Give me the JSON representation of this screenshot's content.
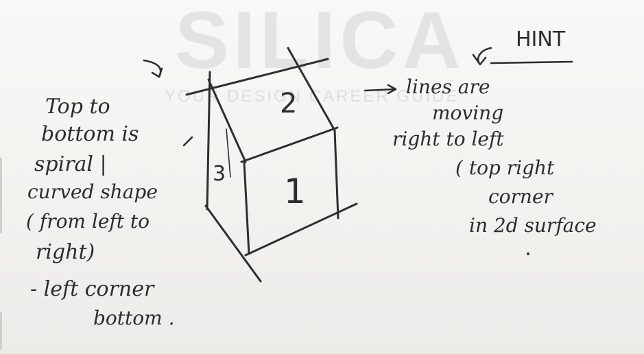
{
  "watermark": {
    "logo": "SILICA",
    "tagline": "YOUR DESIGN CAREER GUIDE"
  },
  "annotations": {
    "hint": "HINT",
    "left_note": [
      "Top to",
      "bottom is",
      "spiral |",
      "curved shape",
      "( from left to",
      "right)",
      "- left corner",
      "bottom ."
    ],
    "right_note": [
      "lines are",
      "moving",
      "right to left",
      "( top right",
      "corner",
      "in 2d surface"
    ]
  },
  "face_labels": {
    "front": "1",
    "top": "2",
    "side": "3"
  }
}
